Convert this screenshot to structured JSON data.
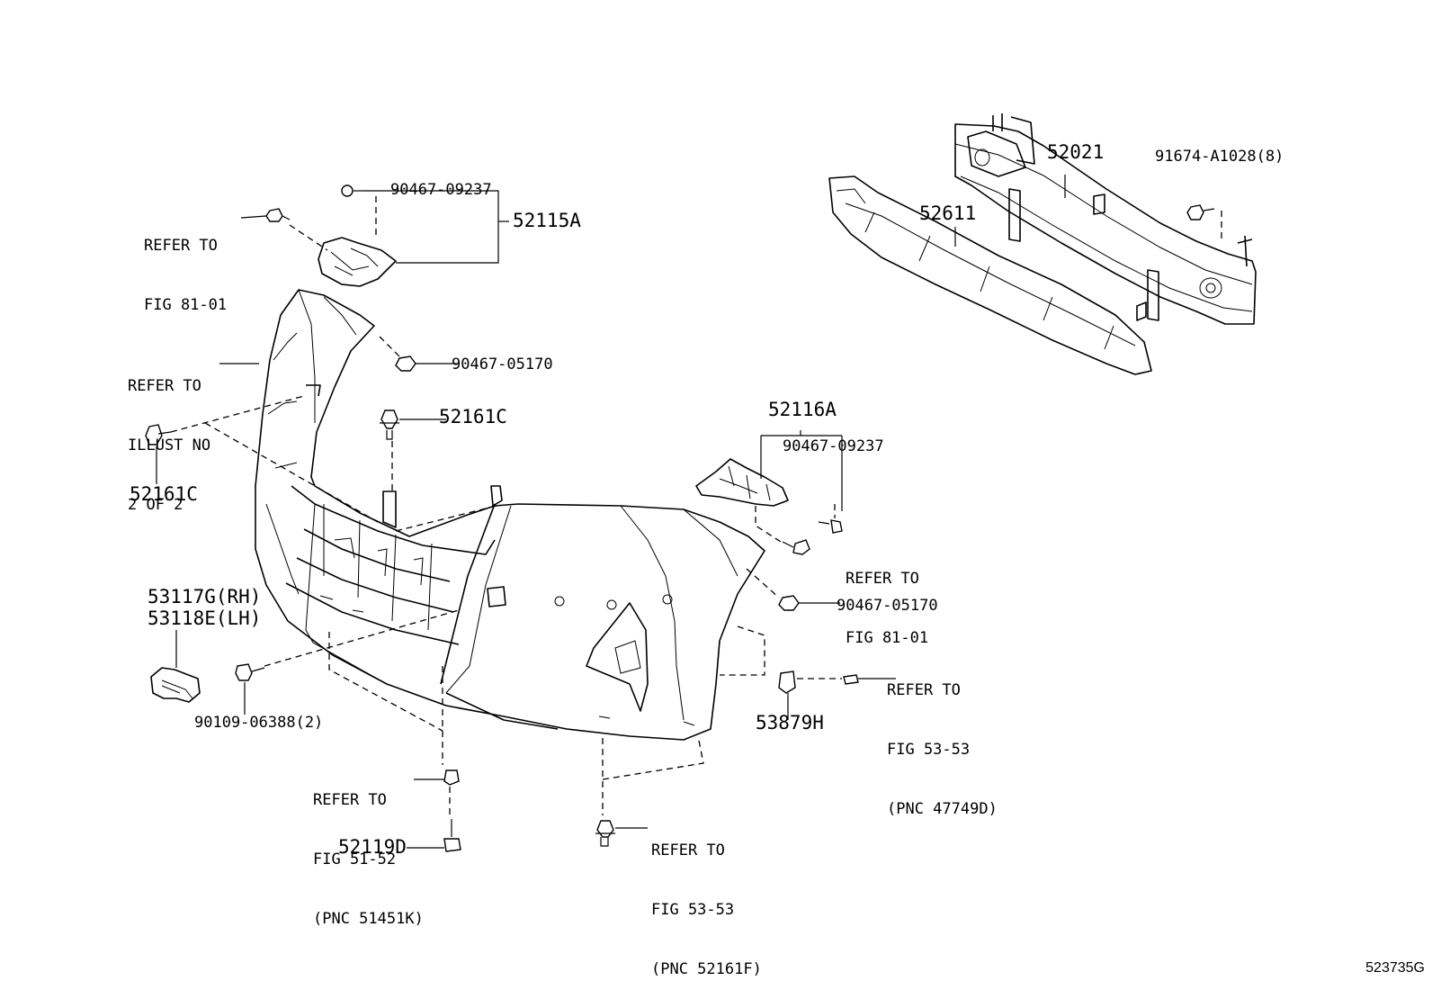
{
  "diagram_code": "523735G",
  "parts": {
    "p52115A": "52115A",
    "p90467_09237_top": "90467-09237",
    "refer_fig8101_top": [
      "REFER TO",
      "FIG 81-01"
    ],
    "refer_illust": [
      "REFER TO",
      "ILLUST NO",
      "2 OF 2"
    ],
    "p90467_05170_top": "90467-05170",
    "p52161C_center": "52161C",
    "p52161C_left": "52161C",
    "p52021": "52021",
    "p91674": "91674-A1028(8)",
    "p52611": "52611",
    "p52116A": "52116A",
    "p90467_09237_right": "90467-09237",
    "refer_fig8101_right": [
      "REFER TO",
      "FIG 81-01"
    ],
    "p90467_05170_right": "90467-05170",
    "p53117G": "53117G(RH)",
    "p53118E": "53118E(LH)",
    "p90109": "90109-06388(2)",
    "refer_fig5353_sensor": [
      "REFER TO",
      "FIG 53-53",
      "(PNC 47749D)"
    ],
    "p53879H": "53879H",
    "refer_fig5152": [
      "REFER TO",
      "FIG 51-52",
      "(PNC 51451K)"
    ],
    "p52119D": "52119D",
    "refer_fig5353_clip": [
      "REFER TO",
      "FIG 53-53",
      "(PNC 52161F)"
    ]
  }
}
